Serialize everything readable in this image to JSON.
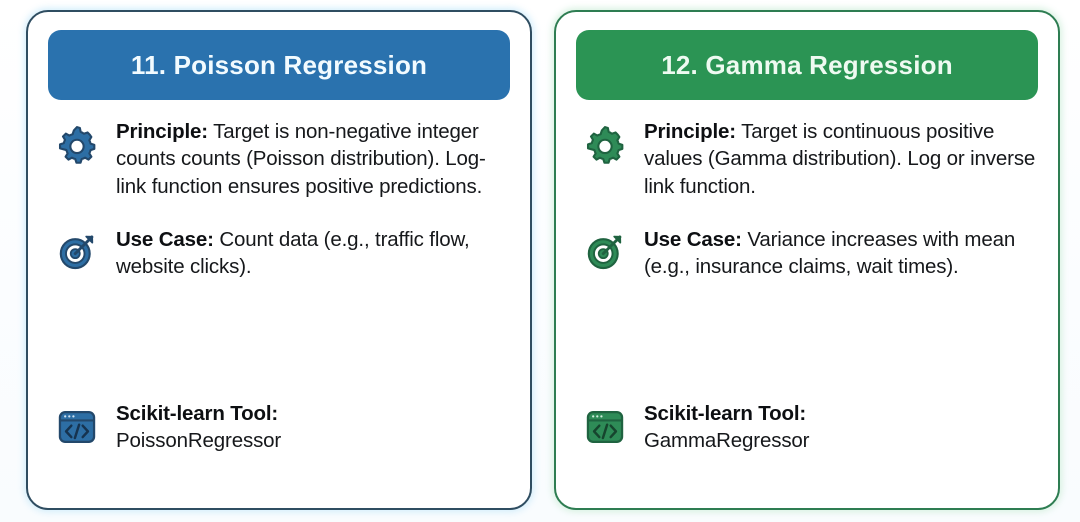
{
  "background_color": "#fdfeff",
  "cards": [
    {
      "id": "poisson-regression",
      "accent_color": "#2a72ae",
      "border_color": "#2f4d61",
      "header_title": "11. Poisson Regression",
      "sections": {
        "principle": {
          "icon": "gear-icon",
          "label": "Principle:",
          "body": " Target is non-negative integer counts counts (Poisson distribution). Log-link function ensures positive predictions."
        },
        "use_case": {
          "icon": "target-icon",
          "label": "Use Case:",
          "body": " Count data (e.g., traffic flow, website clicks)."
        },
        "tool": {
          "icon": "code-window-icon",
          "label": "Scikit-learn Tool:",
          "value": "PoissonRegressor"
        }
      }
    },
    {
      "id": "gamma-regression",
      "accent_color": "#2b9454",
      "border_color": "#2e7d52",
      "header_title": "12. Gamma Regression",
      "sections": {
        "principle": {
          "icon": "gear-icon",
          "label": "Principle:",
          "body": " Target is continuous positive values (Gamma distribution). Log or inverse link function."
        },
        "use_case": {
          "icon": "target-icon",
          "label": "Use Case:",
          "body": " Variance increases with mean (e.g., insurance claims, wait times)."
        },
        "tool": {
          "icon": "code-window-icon",
          "label": "Scikit-learn Tool:",
          "value": "GammaRegressor"
        }
      }
    }
  ]
}
